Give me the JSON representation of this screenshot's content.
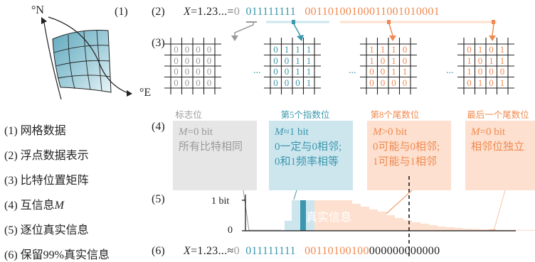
{
  "grid_panel": {
    "num": "(1)",
    "north_label": "°N",
    "east_label": "°E"
  },
  "legend": [
    {
      "num": "(1)",
      "text": "网格数据"
    },
    {
      "num": "(2)",
      "text": "浮点数据表示"
    },
    {
      "num": "(3)",
      "text": "比特位置矩阵"
    },
    {
      "num": "(4)",
      "text_prefix": "互信息",
      "text_italic": "M"
    },
    {
      "num": "(5)",
      "text": "逐位真实信息"
    },
    {
      "num": "(6)",
      "text": "保留99%真实信息"
    }
  ],
  "row_numbers": {
    "r2": "(2)",
    "r3": "(3)",
    "r4": "(4)",
    "r5": "(5)",
    "r6": "(6)"
  },
  "float_repr": {
    "x_italic": "X",
    "prefix": "=1.23...=",
    "sign_bit": "0",
    "exponent_bits": "011111111",
    "mantissa_bits": "00110100100011001010001"
  },
  "matrices": [
    {
      "caption": "标志位",
      "color": "#9a9a9a",
      "cells": [
        [
          "0",
          "0",
          "0",
          "0"
        ],
        [
          "0",
          "0",
          "0",
          "0"
        ],
        [
          "0",
          "0",
          "0",
          "0"
        ],
        [
          "0",
          "0",
          "0",
          "0"
        ]
      ]
    },
    {
      "caption": "第5个指数位",
      "color": "#3b97ad",
      "cells": [
        [
          "0",
          "1",
          "1",
          "1"
        ],
        [
          "0",
          "0",
          "1",
          "1"
        ],
        [
          "0",
          "0",
          "1",
          "1"
        ],
        [
          "0",
          "0",
          "0",
          "1"
        ]
      ]
    },
    {
      "caption": "第8个尾数位",
      "color": "#f08a50",
      "cells": [
        [
          "1",
          "1",
          "1",
          "0"
        ],
        [
          "1",
          "0",
          "1",
          "0"
        ],
        [
          "0",
          "0",
          "1",
          "1"
        ],
        [
          "0",
          "0",
          "0",
          "0"
        ]
      ]
    },
    {
      "caption": "最后一个尾数位",
      "color": "#f08a50",
      "cells": [
        [
          "0",
          "1",
          "0",
          "1"
        ],
        [
          "1",
          "0",
          "1",
          "1"
        ],
        [
          "1",
          "0",
          "0",
          "0"
        ],
        [
          "0",
          "1",
          "0",
          "1"
        ]
      ]
    }
  ],
  "ellipsis": "...",
  "info_boxes": [
    {
      "italic": "M",
      "line1_rest": "=0 bit",
      "line2": "所有比特相同",
      "line3": ""
    },
    {
      "italic": "M",
      "line1_rest": "≈1 bit",
      "line2": "0一定与0相邻;",
      "line3": "0和1频率相等"
    },
    {
      "italic": "M",
      "line1_rest": ">0 bit",
      "line2": "0可能与0相邻;",
      "line3": "1可能与1相邻"
    },
    {
      "italic": "M",
      "line1_rest": "=0 bit",
      "line2": "相邻位独立",
      "line3": ""
    }
  ],
  "bitwise_plot": {
    "y_tick_top": "1 bit",
    "y_tick_bottom": "0",
    "region_label": "真实信息"
  },
  "rounded_repr": {
    "x_italic": "X",
    "prefix": "=1.23...≈",
    "sign_bit": "0",
    "exponent_bits": "011111111",
    "mantissa_kept": "00110100100",
    "mantissa_zeroed": "000000000000"
  },
  "colors": {
    "grey": "#9a9a9a",
    "teal": "#3b97ad",
    "orange": "#f08a50",
    "grey_fill": "#e6e6e6",
    "teal_fill": "#cde6ee",
    "orange_fill": "#fde0cf"
  }
}
